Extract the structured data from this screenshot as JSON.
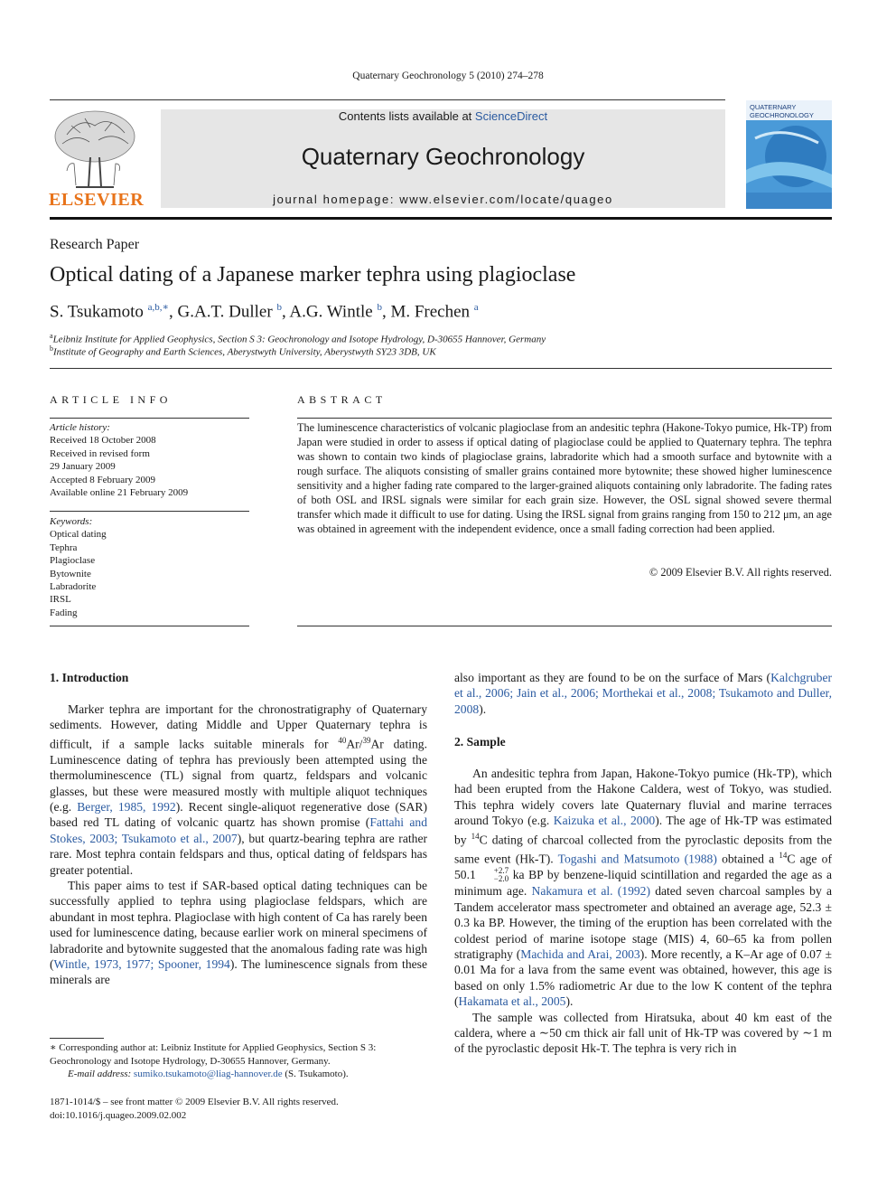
{
  "header": {
    "citation": "Quaternary Geochronology 5 (2010) 274–278",
    "contents_prefix": "Contents lists available at ",
    "contents_link": "ScienceDirect",
    "journal_title": "Quaternary Geochronology",
    "homepage": "journal homepage: www.elsevier.com/locate/quageo",
    "publisher_logo_text": "ELSEVIER",
    "cover_title_line1": "QUATERNARY",
    "cover_title_line2": "GEOCHRONOLOGY"
  },
  "article": {
    "type": "Research Paper",
    "title": "Optical dating of a Japanese marker tephra using plagioclase",
    "authors": [
      {
        "name": "S. Tsukamoto",
        "sup": "a,b,∗"
      },
      {
        "name": "G.A.T. Duller",
        "sup": "b"
      },
      {
        "name": "A.G. Wintle",
        "sup": "b"
      },
      {
        "name": "M. Frechen",
        "sup": "a"
      }
    ],
    "affiliations": [
      {
        "mark": "a",
        "text": "Leibniz Institute for Applied Geophysics, Section S 3: Geochronology and Isotope Hydrology, D-30655 Hannover, Germany"
      },
      {
        "mark": "b",
        "text": "Institute of Geography and Earth Sciences, Aberystwyth University, Aberystwyth SY23 3DB, UK"
      }
    ]
  },
  "article_info": {
    "heading": "ARTICLE INFO",
    "history_label": "Article history:",
    "history": [
      "Received 18 October 2008",
      "Received in revised form",
      "29 January 2009",
      "Accepted 8 February 2009",
      "Available online 21 February 2009"
    ],
    "keywords_label": "Keywords:",
    "keywords": [
      "Optical dating",
      "Tephra",
      "Plagioclase",
      "Bytownite",
      "Labradorite",
      "IRSL",
      "Fading"
    ]
  },
  "abstract": {
    "heading": "ABSTRACT",
    "text_p1": "The luminescence characteristics of volcanic plagioclase from an andesitic tephra (Hakone-Tokyo pumice, Hk-TP) from Japan were studied in order to assess if optical dating of plagioclase could be applied to Quaternary tephra. The tephra was shown to contain two kinds of plagioclase grains, labra­dorite which had a smooth surface and bytownite with a rough surface. The aliquots consisting of smaller grains contained more bytownite; these showed higher luminescence sensitivity and a higher fading rate compared to the larger-grained aliquots containing only labradorite. The fading rates of both OSL and IRSL signals were similar for each grain size. However, the OSL signal showed severe thermal transfer which made it difficult to use for dating. Using the IRSL signal from grains ranging from 150 to 212 μm, an age was obtained in agreement with the independent evidence, once a small fading correction had been applied.",
    "copyright": "© 2009 Elsevier B.V. All rights reserved."
  },
  "body": {
    "intro_heading": "1.  Introduction",
    "sample_heading": "2.  Sample",
    "intro_p1_a": "Marker tephra are important for the chronostratigraphy of Quaternary sediments. However, dating Middle and Upper Quaternary tephra is difficult, if a sample lacks suitable minerals for ",
    "intro_p1_sup1": "40",
    "intro_p1_b": "Ar/",
    "intro_p1_sup2": "39",
    "intro_p1_c": "Ar dating. Luminescence dating of tephra has previously been attempted using the thermoluminescence (TL) signal from quartz, feldspars and volcanic glasses, but these were measured mostly with multiple aliquot techniques (e.g. ",
    "intro_p1_ref1": "Berger, 1985, 1992",
    "intro_p1_d": "). Recent single-aliquot regenerative dose (SAR) based red TL dating of volcanic quartz has shown promise (",
    "intro_p1_ref2": "Fattahi and Stokes, 2003; Tsukamoto et al., 2007",
    "intro_p1_e": "), but quartz-bearing tephra are rather rare. Most tephra contain feldspars and thus, optical dating of feldspars has greater potential.",
    "intro_p2_a": "This paper aims to test if SAR-based optical dating techniques can be successfully applied to tephra using plagioclase feldspars, which are abundant in most tephra. Plagioclase with high content of Ca has rarely been used for luminescence dating, because earlier work on mineral specimens of labradorite and bytownite suggested that the anomalous fading rate was high (",
    "intro_p2_ref1": "Wintle, 1973, 1977; Spooner, 1994",
    "intro_p2_b": "). The luminescence signals from these minerals are",
    "col2_a": "also important as they are found to be on the surface of Mars (",
    "col2_ref1": "Kalchgruber et al., 2006; Jain et al., 2006; Morthekai et al., 2008; Tsukamoto and Duller, 2008",
    "col2_b": ").",
    "sample_p1_a": "An andesitic tephra from Japan, Hakone-Tokyo pumice (Hk-TP), which had been erupted from the Hakone Caldera, west of Tokyo, was studied. This tephra widely covers late Quaternary fluvial and marine terraces around Tokyo (e.g. ",
    "sample_ref1": "Kaizuka et al., 2000",
    "sample_p1_b": "). The age of Hk-TP was estimated by ",
    "sample_sup14a": "14",
    "sample_p1_c": "C dating of charcoal collected from the pyroclastic deposits from the same event (Hk-T). ",
    "sample_ref2": "Togashi and Matsumoto (1988)",
    "sample_p1_d": " obtained a ",
    "sample_sup14b": "14",
    "sample_p1_e": "C age of 50.1",
    "sample_err_up": "+2.7",
    "sample_err_down": "−2.0",
    "sample_p1_f": " ka BP by benzene-liquid scintillation and regarded the age as a minimum age. ",
    "sample_ref3": "Nakamura et al. (1992)",
    "sample_p1_g": " dated seven charcoal samples by a Tandem accelerator mass spectrometer and obtained an average age, 52.3 ± 0.3 ka BP. However, the timing of the eruption has been correlated with the coldest period of marine isotope stage (MIS) 4, 60–65 ka from pollen stratigraphy (",
    "sample_ref4": "Machida and Arai, 2003",
    "sample_p1_h": "). More recently, a K–Ar age of 0.07 ± 0.01 Ma for a lava from the same event was obtained, however, this age is based on only 1.5% radiometric Ar due to the low K content of the tephra (",
    "sample_ref5": "Hakamata et al., 2005",
    "sample_p1_i": ").",
    "sample_p2": "The sample was collected from Hiratsuka, about 40 km east of the caldera, where a ∼50 cm thick air fall unit of Hk-TP was covered by ∼1 m of the pyroclastic deposit Hk-T. The tephra is very rich in"
  },
  "footnote": {
    "star_text": "∗  Corresponding author at: Leibniz Institute for Applied Geophysics, Section S 3: Geochronology and Isotope Hydrology, D-30655 Hannover, Germany.",
    "email_label": "E-mail address:",
    "email": "sumiko.tsukamoto@liag-hannover.de",
    "email_suffix": " (S. Tsukamoto)."
  },
  "front_matter": {
    "issn_line": "1871-1014/$ – see front matter © 2009 Elsevier B.V. All rights reserved.",
    "doi": "doi:10.1016/j.quageo.2009.02.002"
  },
  "colors": {
    "link": "#2a5aa0",
    "elsevier_orange": "#e8731a",
    "banner_gray": "#e6e6e6"
  }
}
